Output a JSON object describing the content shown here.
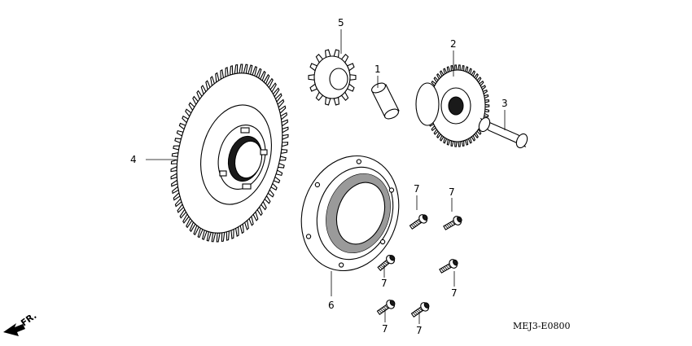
{
  "labels": {
    "part1": "1",
    "part2": "2",
    "part3": "3",
    "part4": "4",
    "part5": "5",
    "part6": "6",
    "part7": "7"
  },
  "front_marker": "FR.",
  "diagram_code": "MEJ3-E0800",
  "parts": [
    {
      "ref": "1",
      "name": "pin-short"
    },
    {
      "ref": "2",
      "name": "idle-gear-compound"
    },
    {
      "ref": "3",
      "name": "pin-long"
    },
    {
      "ref": "4",
      "name": "large-driven-gear"
    },
    {
      "ref": "5",
      "name": "small-pinion-gear"
    },
    {
      "ref": "6",
      "name": "one-way-clutch-ring"
    },
    {
      "ref": "7",
      "name": "socket-bolt",
      "count": 6
    }
  ],
  "colors": {
    "ink": "#000000",
    "paper": "#ffffff",
    "shade": "#9a9a9a"
  }
}
